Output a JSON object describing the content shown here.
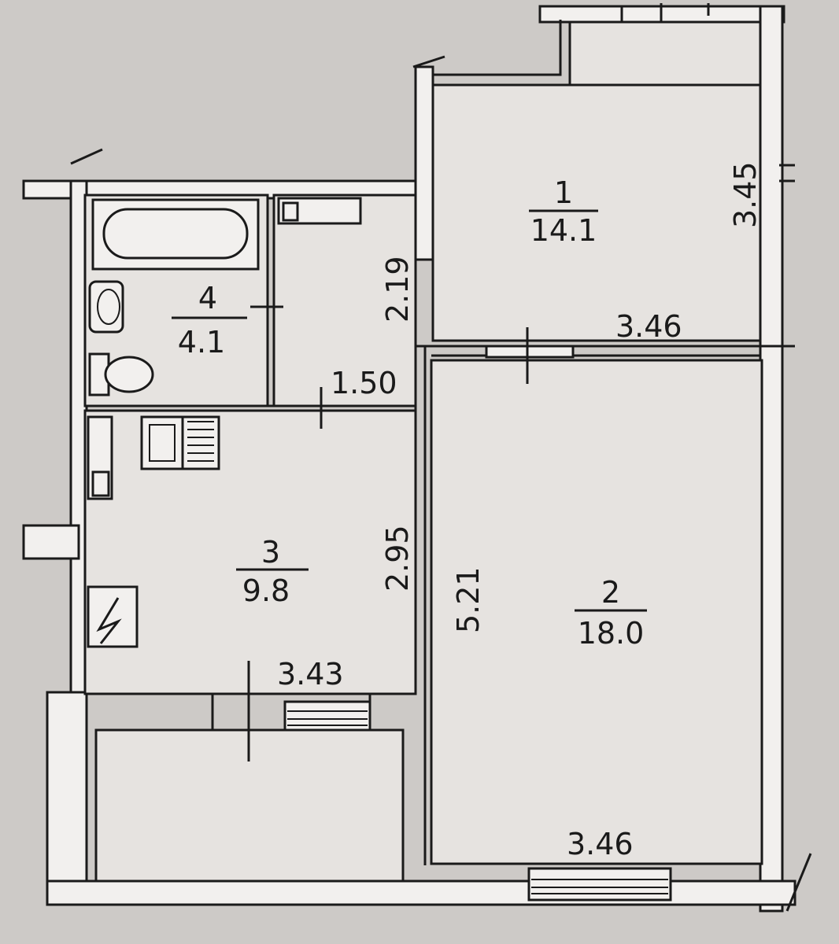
{
  "rooms": [
    {
      "number": "1",
      "area": "14.1"
    },
    {
      "number": "2",
      "area": "18.0"
    },
    {
      "number": "3",
      "area": "9.8"
    },
    {
      "number": "4",
      "area": "4.1"
    }
  ],
  "dimensions": {
    "room1_height": "3.45",
    "room1_width": "3.46",
    "corridor_height": "2.19",
    "corridor_width": "1.50",
    "room2_height": "5.21",
    "room2_width": "3.46",
    "room3_height": "2.95",
    "room3_width": "3.43"
  }
}
